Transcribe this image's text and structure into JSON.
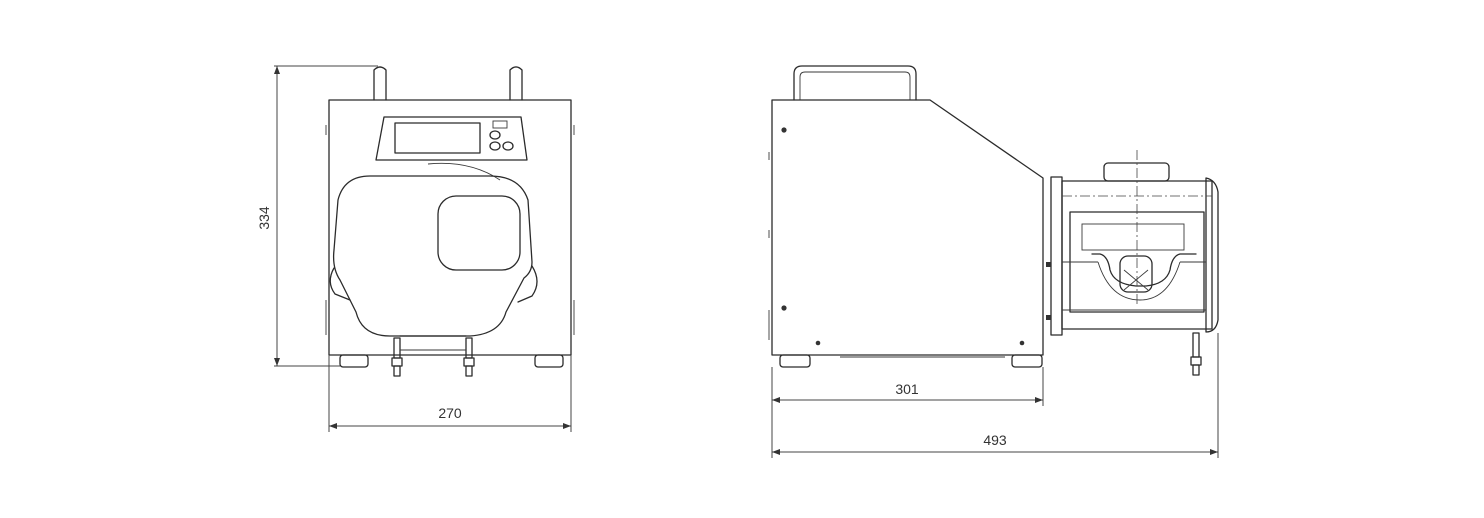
{
  "dimensions": {
    "height": "334",
    "width": "270",
    "body_length": "301",
    "total_length": "493"
  }
}
